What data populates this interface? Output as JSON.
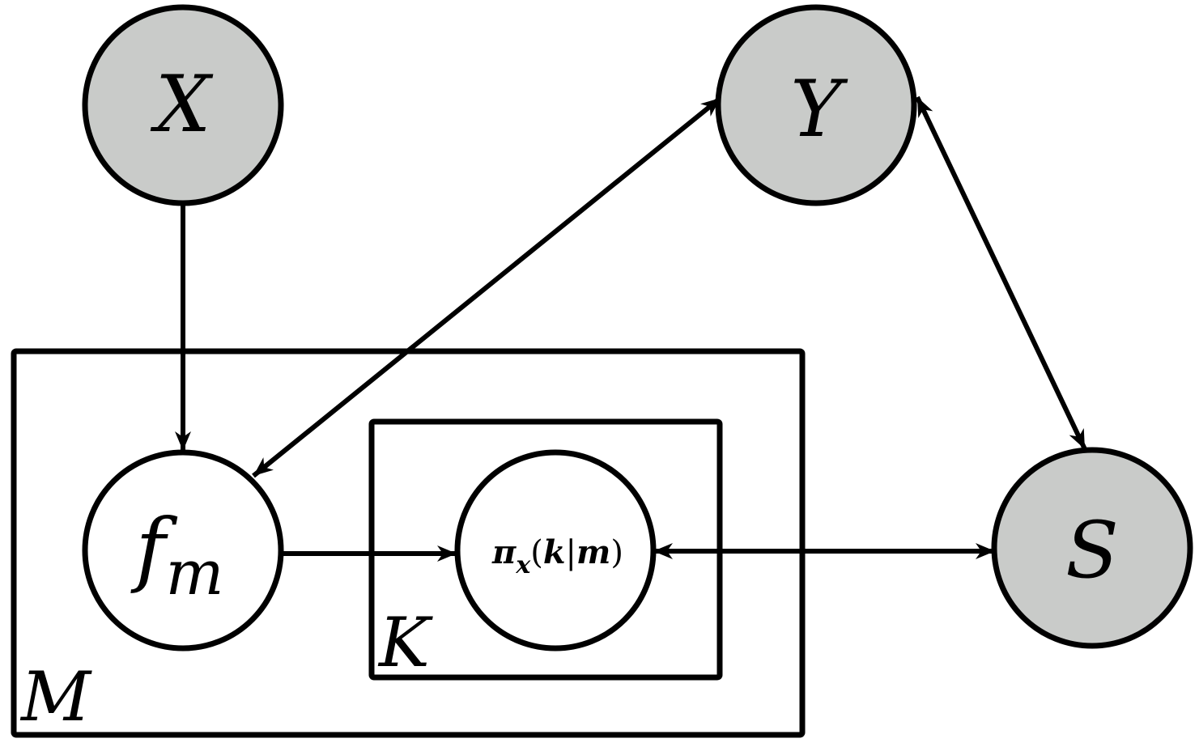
{
  "colors": {
    "observed_fill": "#c9cbc9",
    "latent_fill": "#ffffff",
    "stroke": "#000000"
  },
  "nodes": {
    "x": {
      "label": "X",
      "observed": true
    },
    "y": {
      "label": "Y",
      "observed": true
    },
    "s": {
      "label": "S",
      "observed": true
    },
    "fm": {
      "label_main": "f",
      "label_sub": "m",
      "observed": false
    },
    "pi": {
      "pi": "π",
      "sub": "x",
      "open": "(",
      "k": "k",
      "bar": "|",
      "m": "m",
      "close": ")",
      "observed": false
    }
  },
  "plates": {
    "outer": {
      "label": "M"
    },
    "inner": {
      "label": "K"
    }
  },
  "edges": [
    {
      "from": "x",
      "to": "fm",
      "type": "directed"
    },
    {
      "from": "fm",
      "to": "pi",
      "type": "directed"
    },
    {
      "from": "fm",
      "to": "y",
      "type": "bidirectional"
    },
    {
      "from": "y",
      "to": "s",
      "type": "bidirectional"
    },
    {
      "from": "pi",
      "to": "s",
      "type": "bidirectional"
    }
  ]
}
